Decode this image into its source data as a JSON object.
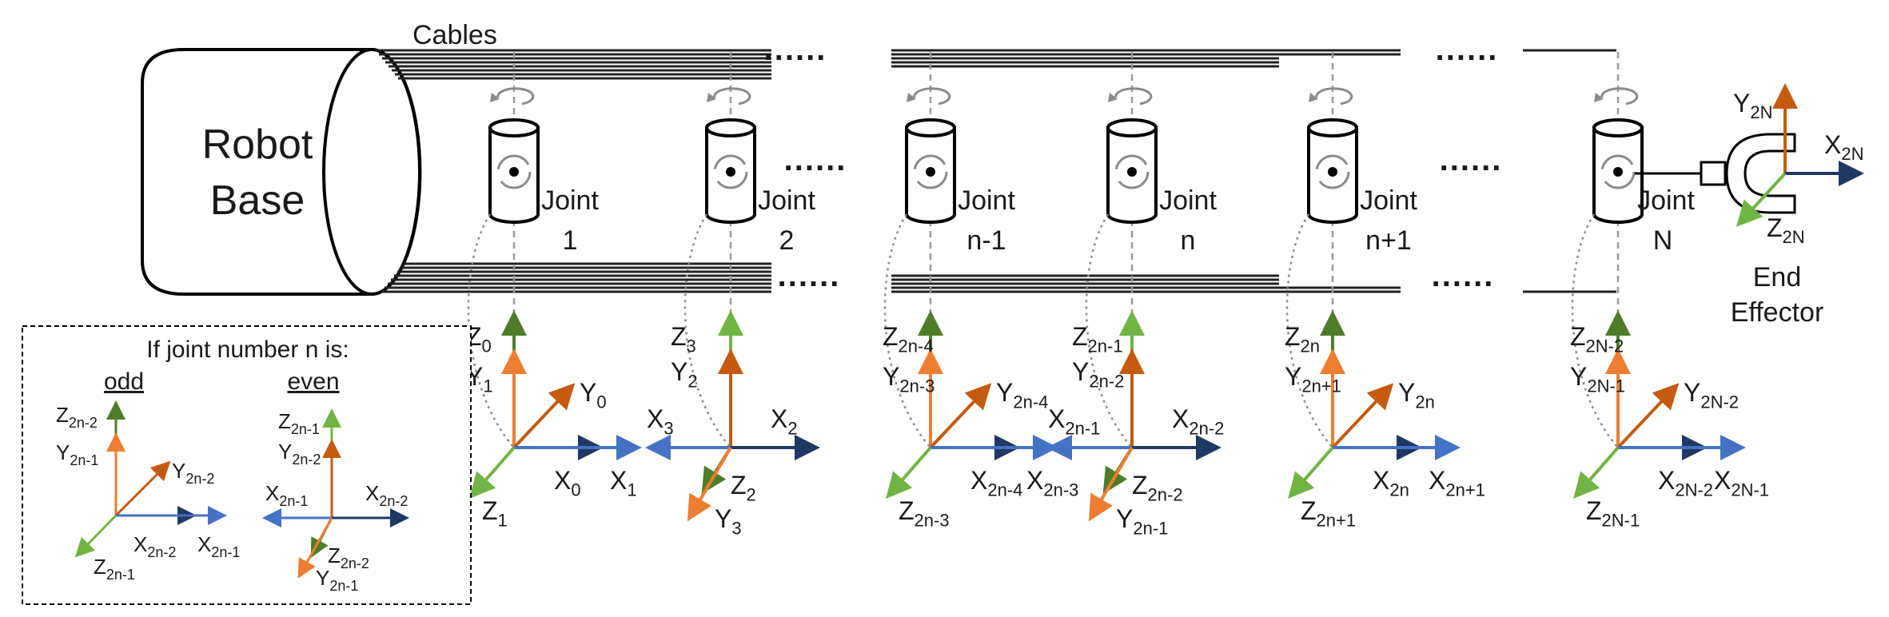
{
  "diagram": {
    "base_label_line1": "Robot",
    "base_label_line2": "Base",
    "cables_label": "Cables",
    "ellipsis": "......",
    "end_effector_line1": "End",
    "end_effector_line2": "Effector",
    "joints": [
      {
        "word": "Joint",
        "num": "1"
      },
      {
        "word": "Joint",
        "num": "2"
      },
      {
        "word": "Joint",
        "num": "n-1"
      },
      {
        "word": "Joint",
        "num": "n"
      },
      {
        "word": "Joint",
        "num": "n+1"
      },
      {
        "word": "Joint",
        "num": "N"
      }
    ],
    "frames": [
      {
        "z": "0",
        "y1": "1",
        "y2": "0",
        "x1": "0",
        "x2": "1",
        "zb": "1"
      },
      {
        "z": "3",
        "y1": "2",
        "xl": "3",
        "x2": "2",
        "zb": "2",
        "yb": "3"
      },
      {
        "z": "2n-4",
        "y1": "2n-3",
        "y2": "2n-4",
        "x1": "2n-4",
        "x2": "2n-3",
        "zb": "2n-3"
      },
      {
        "z": "2n-1",
        "y1": "2n-2",
        "xl": "2n-1",
        "x2": "2n-2",
        "zb": "2n-2",
        "yb": "2n-1"
      },
      {
        "z": "2n",
        "y1": "2n+1",
        "y2": "2n",
        "x1": "2n",
        "x2": "2n+1",
        "zb": "2n+1"
      },
      {
        "z": "2N-2",
        "y1": "2N-1",
        "y2": "2N-2",
        "x1": "2N-2",
        "x2": "2N-1",
        "zb": "2N-1"
      }
    ],
    "ee_axes": {
      "y": "2N",
      "x": "2N",
      "z": "2N"
    },
    "axis_letters": {
      "x": "X",
      "y": "Y",
      "z": "Z"
    },
    "legend": {
      "title": "If joint number n is:",
      "odd": "odd",
      "even": "even",
      "odd_axes": {
        "z": "2n-2",
        "y1": "2n-1",
        "y2": "2n-2",
        "x1": "2n-2",
        "x2": "2n-1",
        "zb": "2n-1"
      },
      "even_axes": {
        "z": "2n-1",
        "y1": "2n-2",
        "xl": "2n-1",
        "x2": "2n-2",
        "zb": "2n-2",
        "yb": "2n-1"
      }
    },
    "colors": {
      "z_dark": "#4e7d2a",
      "z_light": "#71b444",
      "y_dark": "#c55a11",
      "y_light": "#ed7d31",
      "x_dark": "#1f3864",
      "x_light": "#4472c4"
    }
  }
}
